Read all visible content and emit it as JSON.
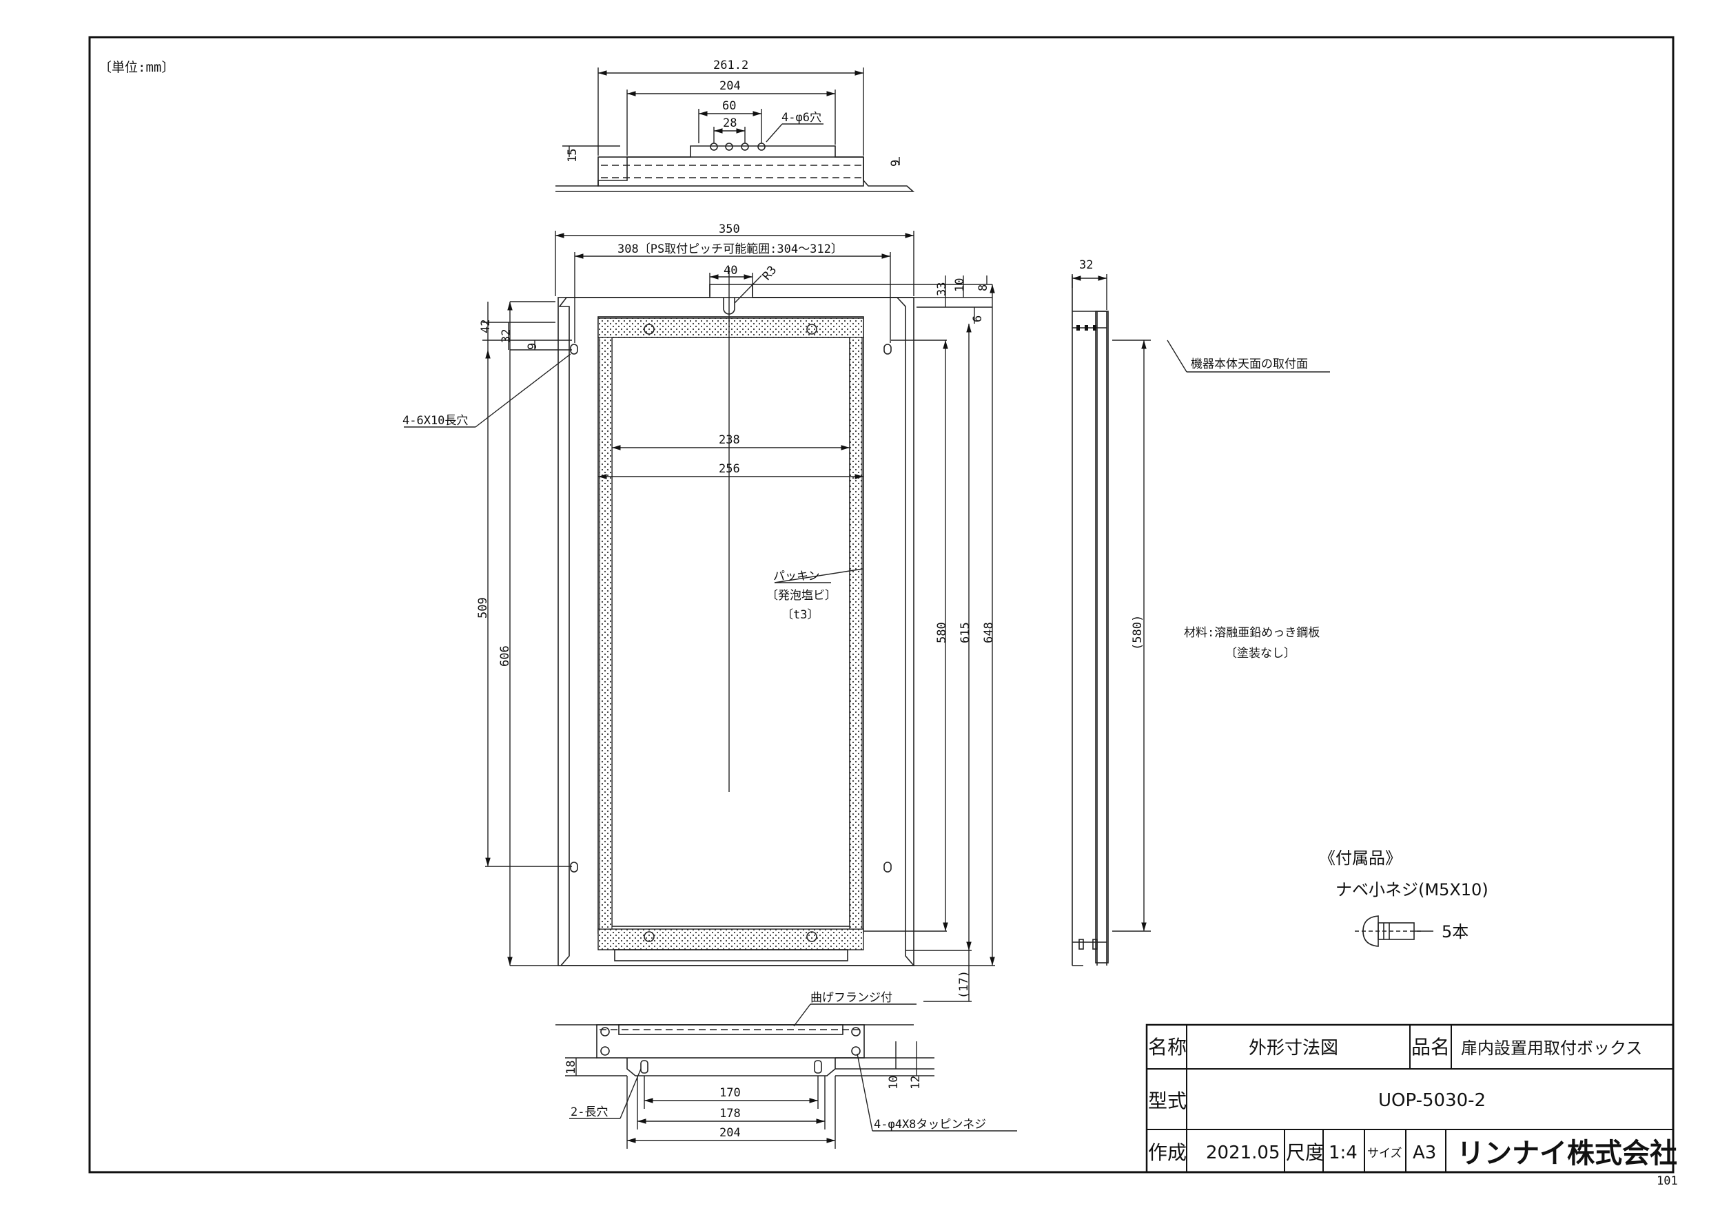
{
  "unit_label": "〔単位:mm〕",
  "top_view": {
    "dims": [
      "261.2",
      "204",
      "60",
      "28",
      "4-φ6穴",
      "15",
      "9"
    ]
  },
  "front_view": {
    "dims": {
      "w350": "350",
      "w308": "308〔PS取付ピッチ可能範囲:304〜312〕",
      "w40": "40",
      "r3": "R3",
      "h33": "33",
      "h10": "10",
      "h8": "8",
      "h6": "6",
      "h42": "42",
      "h32": "32",
      "h9": "9",
      "w238": "238",
      "w256": "256",
      "h509": "509",
      "h606": "606",
      "h580": "580",
      "h615": "615",
      "h648": "648",
      "h17": "(17)"
    },
    "slot_callout": "4-6X10長穴",
    "packing": [
      "パッキン",
      "〔発泡塩ビ〕",
      "〔t3〕"
    ]
  },
  "side_view": {
    "dims": {
      "w32": "32",
      "h580": "(580)"
    },
    "callout": "機器本体天面の取付面"
  },
  "material": {
    "line1": "材料:溶融亜鉛めっき鋼板",
    "line2": "〔塗装なし〕"
  },
  "bottom_view": {
    "flange": "曲げフランジ付",
    "dims": [
      "18",
      "10",
      "12",
      "170",
      "178",
      "204"
    ],
    "slot_callout": "2-長穴",
    "screw_callout": "4-φ4X8タッピンネジ"
  },
  "accessory": {
    "title": "《付属品》",
    "item": "ナベ小ネジ(M5X10)",
    "qty": "5本"
  },
  "title_block": {
    "name_label": "名称",
    "name_value": "外形寸法図",
    "product_label": "品名",
    "product_value": "扉内設置用取付ボックス",
    "model_label": "型式",
    "model_value": "UOP-5030-2",
    "made_label": "作成",
    "made_value": "2021.05",
    "scale_label": "尺度",
    "scale_value": "1:4",
    "size_label": "サイズ",
    "size_value": "A3",
    "company": "リンナイ株式会社"
  },
  "sheet_code": "101"
}
